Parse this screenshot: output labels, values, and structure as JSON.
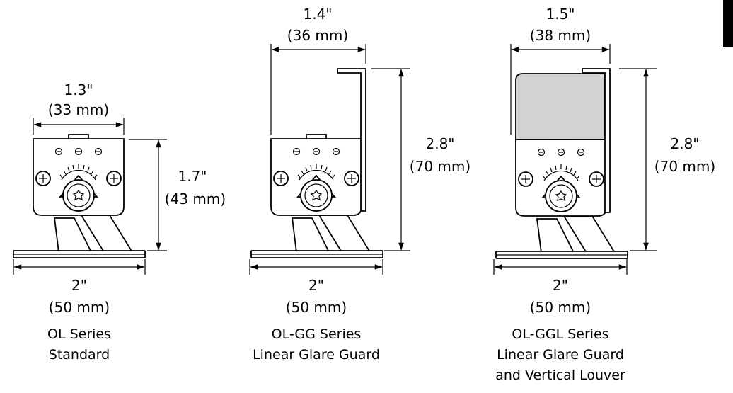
{
  "colors": {
    "line": "#000000",
    "background": "#ffffff",
    "louver_fill": "#d4d4d4",
    "edge_tab": "#000000"
  },
  "diagrams": [
    {
      "id": "ol",
      "width_in": "1.3\"",
      "width_mm": "(33 mm)",
      "height_in": "1.7\"",
      "height_mm": "(43 mm)",
      "base_in": "2\"",
      "base_mm": "(50 mm)",
      "caption": [
        "OL Series",
        "Standard"
      ]
    },
    {
      "id": "olgg",
      "width_in": "1.4\"",
      "width_mm": "(36 mm)",
      "height_in": "2.8\"",
      "height_mm": "(70 mm)",
      "base_in": "2\"",
      "base_mm": "(50 mm)",
      "caption": [
        "OL-GG Series",
        "Linear Glare Guard"
      ]
    },
    {
      "id": "olggl",
      "width_in": "1.5\"",
      "width_mm": "(38 mm)",
      "height_in": "2.8\"",
      "height_mm": "(70 mm)",
      "base_in": "2\"",
      "base_mm": "(50 mm)",
      "caption": [
        "OL-GGL Series",
        "Linear Glare Guard",
        "and Vertical Louver"
      ]
    }
  ]
}
